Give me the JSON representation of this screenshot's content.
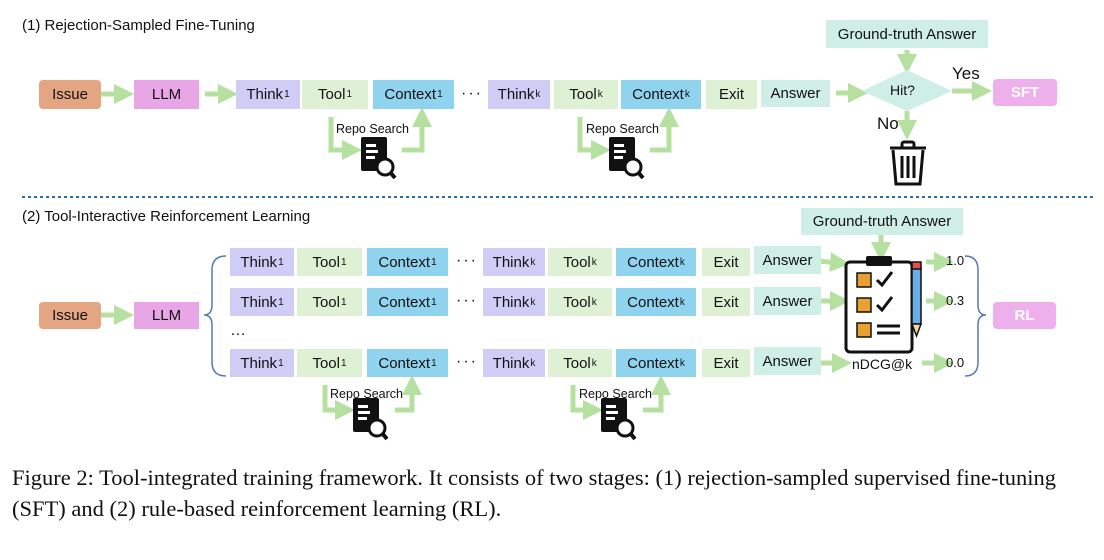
{
  "stage1": {
    "title": "(1) Rejection-Sampled Fine-Tuning",
    "issue": "Issue",
    "llm": "LLM",
    "think1": "Think",
    "tool1": "Tool",
    "context1": "Context",
    "sub1": "1",
    "thinkk": "Think",
    "toolk": "Tool",
    "contextk": "Context",
    "subk": "k",
    "dots": "···",
    "exit": "Exit",
    "answer": "Answer",
    "ground_truth": "Ground-truth Answer",
    "hit": "Hit?",
    "yes": "Yes",
    "no": "No",
    "sft": "SFT",
    "repo_search": "Repo Search"
  },
  "stage2": {
    "title": "(2) Tool-Interactive Reinforcement Learning",
    "issue": "Issue",
    "llm": "LLM",
    "think": "Think",
    "tool": "Tool",
    "context": "Context",
    "sub1": "1",
    "subk": "k",
    "dots": "···",
    "row_ellipsis": "…",
    "exit": "Exit",
    "answer": "Answer",
    "ground_truth": "Ground-truth Answer",
    "metric": "nDCG@k",
    "scores": [
      "1.0",
      "0.3",
      "0.0"
    ],
    "rl": "RL",
    "repo_search": "Repo Search"
  },
  "caption": "Figure 2: Tool-integrated training framework. It consists of two stages: (1) rejection-sampled supervised fine-tuning (SFT) and (2) rule-based reinforcement learning (RL).",
  "colors": {
    "issue": "#e3a582",
    "llm": "#e9a6e6",
    "think": "#cfcdf5",
    "tool": "#dff1d4",
    "context": "#8fd3ee",
    "answer": "#cfeee6",
    "arrow": "#b6e0a0",
    "divider": "#2a6fa0"
  }
}
